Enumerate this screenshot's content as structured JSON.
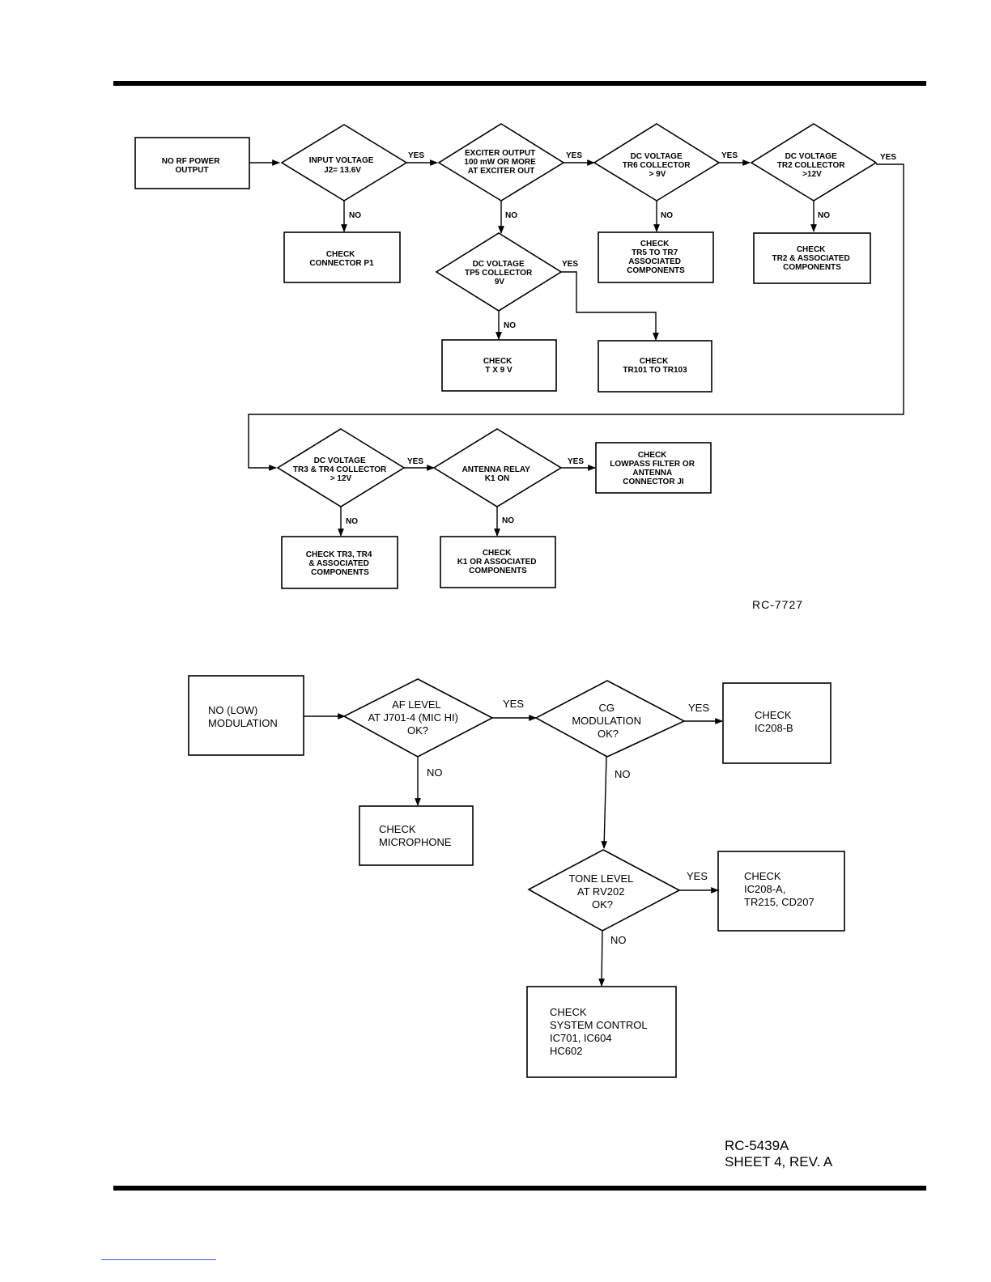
{
  "diagram1": {
    "start": [
      "NO RF POWER",
      "OUTPUT"
    ],
    "d_input": [
      "INPUT VOLTAGE",
      "J2= 13.6V"
    ],
    "d_exciter": [
      "EXCITER OUTPUT",
      "100 mW OR MORE",
      "AT  EXCITER  OUT"
    ],
    "d_tr6": [
      "DC VOLTAGE",
      "TR6 COLLECTOR",
      "> 9V"
    ],
    "d_tr2": [
      "DC VOLTAGE",
      "TR2 COLLECTOR",
      ">12V"
    ],
    "b_p1": [
      "CHECK",
      "CONNECTOR P1"
    ],
    "d_tp5": [
      "DC VOLTAGE",
      "TP5 COLLECTOR",
      "9V"
    ],
    "b_tr5": [
      "CHECK",
      "TR5 TO TR7",
      "ASSOCIATED",
      "COMPONENTS"
    ],
    "b_tr2": [
      "CHECK",
      "TR2 & ASSOCIATED",
      "COMPONENTS"
    ],
    "b_tx9": [
      "CHECK",
      "T X  9 V"
    ],
    "b_tr101": [
      "CHECK",
      "TR101 TO TR103"
    ],
    "d_tr3": [
      "DC VOLTAGE",
      "TR3 & TR4 COLLECTOR",
      "> 12V"
    ],
    "d_relay": [
      "ANTENNA RELAY",
      "K1 ON"
    ],
    "b_lowpass": [
      "CHECK",
      "LOWPASS FILTER OR",
      "ANTENNA",
      "CONNECTOR JI"
    ],
    "b_tr3": [
      "CHECK TR3, TR4",
      "& ASSOCIATED",
      "COMPONENTS"
    ],
    "b_k1": [
      "CHECK",
      "K1 OR ASSOCIATED",
      "COMPONENTS"
    ],
    "ref": "RC-7727"
  },
  "diagram2": {
    "start": [
      "NO (LOW)",
      "MODULATION"
    ],
    "d_af": [
      "AF LEVEL",
      "AT J701-4 (MIC HI)",
      "OK?"
    ],
    "d_cg": [
      "CG",
      "MODULATION",
      "OK?"
    ],
    "b_ic208b": [
      "CHECK",
      "IC208-B"
    ],
    "b_mic": [
      "CHECK",
      "MICROPHONE"
    ],
    "d_tone": [
      "TONE LEVEL",
      "AT RV202",
      "OK?"
    ],
    "b_ic208a": [
      "CHECK",
      "IC208-A,",
      "TR215, CD207"
    ],
    "b_sys": [
      "CHECK",
      "SYSTEM CONTROL",
      "IC701, IC604",
      "HC602"
    ],
    "ref": [
      "RC-5439A",
      "SHEET 4, REV. A"
    ]
  },
  "labels": {
    "yes": "YES",
    "no": "NO"
  }
}
